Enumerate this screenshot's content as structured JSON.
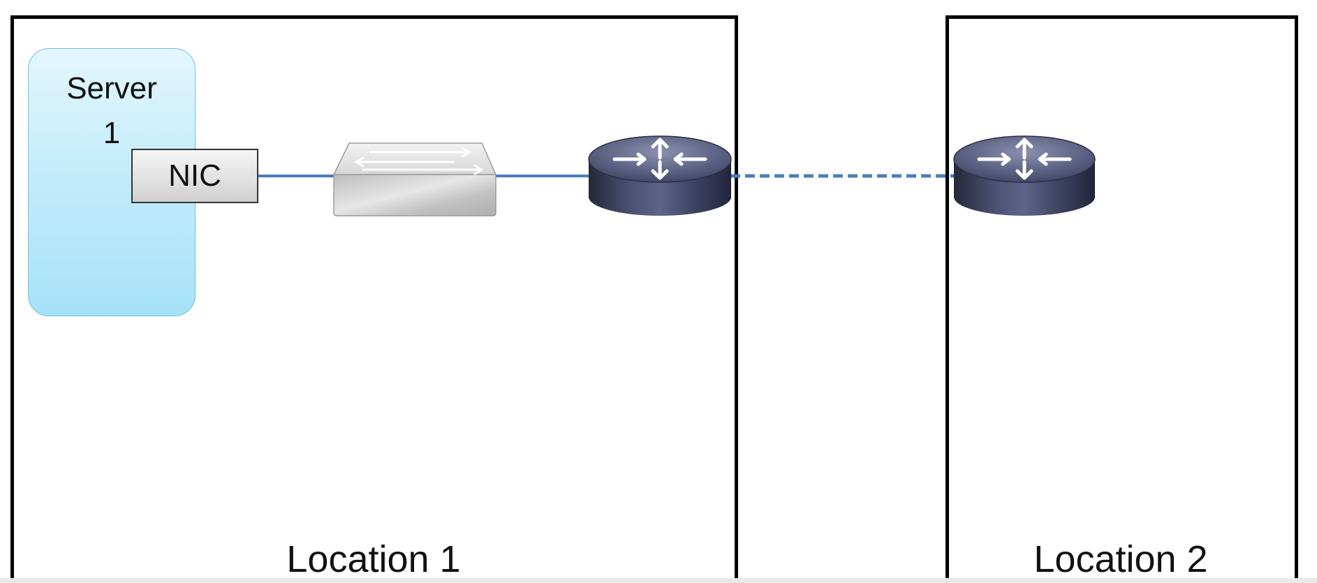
{
  "locations": [
    {
      "label": "Location 1"
    },
    {
      "label": "Location 2"
    }
  ],
  "server": {
    "label": "Server\n1",
    "nic_label": "NIC",
    "fill_color": "#b3e6f8"
  },
  "devices": {
    "switch_icon": "switch-icon",
    "router_icon": "router-icon"
  },
  "colors": {
    "link": "#4a7dc0",
    "wan_link": "#4a7dc0",
    "router_body": "#4a4f68",
    "switch_body": "#d2d2d2"
  }
}
